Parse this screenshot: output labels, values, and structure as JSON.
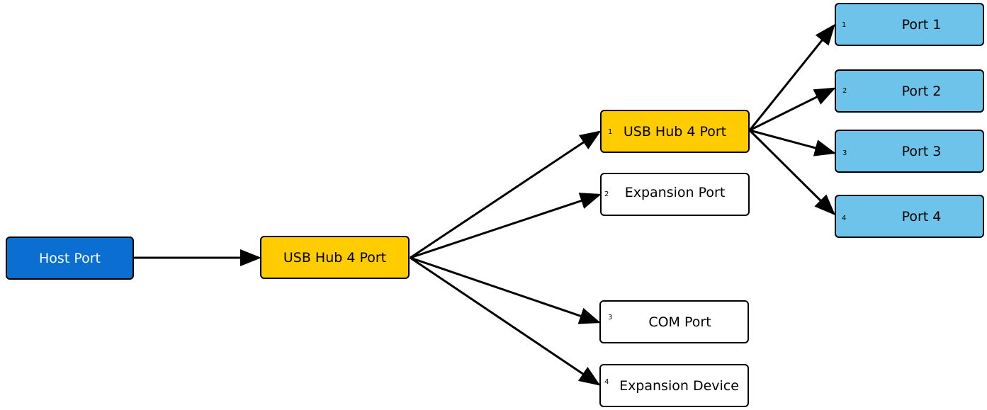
{
  "colors": {
    "host_fill": "#0a6fd1",
    "hub_fill": "#ffcc00",
    "port_fill": "#6ec3ea",
    "plain_fill": "#ffffff",
    "outline": "#000000"
  },
  "nodes": {
    "host": {
      "label": "Host Port"
    },
    "hub_main": {
      "label": "USB Hub 4 Port"
    },
    "hub_sub": {
      "label": "USB Hub 4 Port",
      "port_number": "1"
    },
    "expansion_port": {
      "label": "Expansion Port",
      "port_number": "2"
    },
    "com_port": {
      "label": "COM Port",
      "port_number": "3"
    },
    "expansion_device": {
      "label": "Expansion Device",
      "port_number": "4"
    },
    "port1": {
      "label": "Port 1",
      "port_number": "1"
    },
    "port2": {
      "label": "Port 2",
      "port_number": "2"
    },
    "port3": {
      "label": "Port 3",
      "port_number": "3"
    },
    "port4": {
      "label": "Port 4",
      "port_number": "4"
    }
  },
  "edges": [
    {
      "from": "host",
      "to": "hub_main"
    },
    {
      "from": "hub_main",
      "to": "hub_sub"
    },
    {
      "from": "hub_main",
      "to": "expansion_port"
    },
    {
      "from": "hub_main",
      "to": "com_port"
    },
    {
      "from": "hub_main",
      "to": "expansion_device"
    },
    {
      "from": "hub_sub",
      "to": "port1"
    },
    {
      "from": "hub_sub",
      "to": "port2"
    },
    {
      "from": "hub_sub",
      "to": "port3"
    },
    {
      "from": "hub_sub",
      "to": "port4"
    }
  ]
}
